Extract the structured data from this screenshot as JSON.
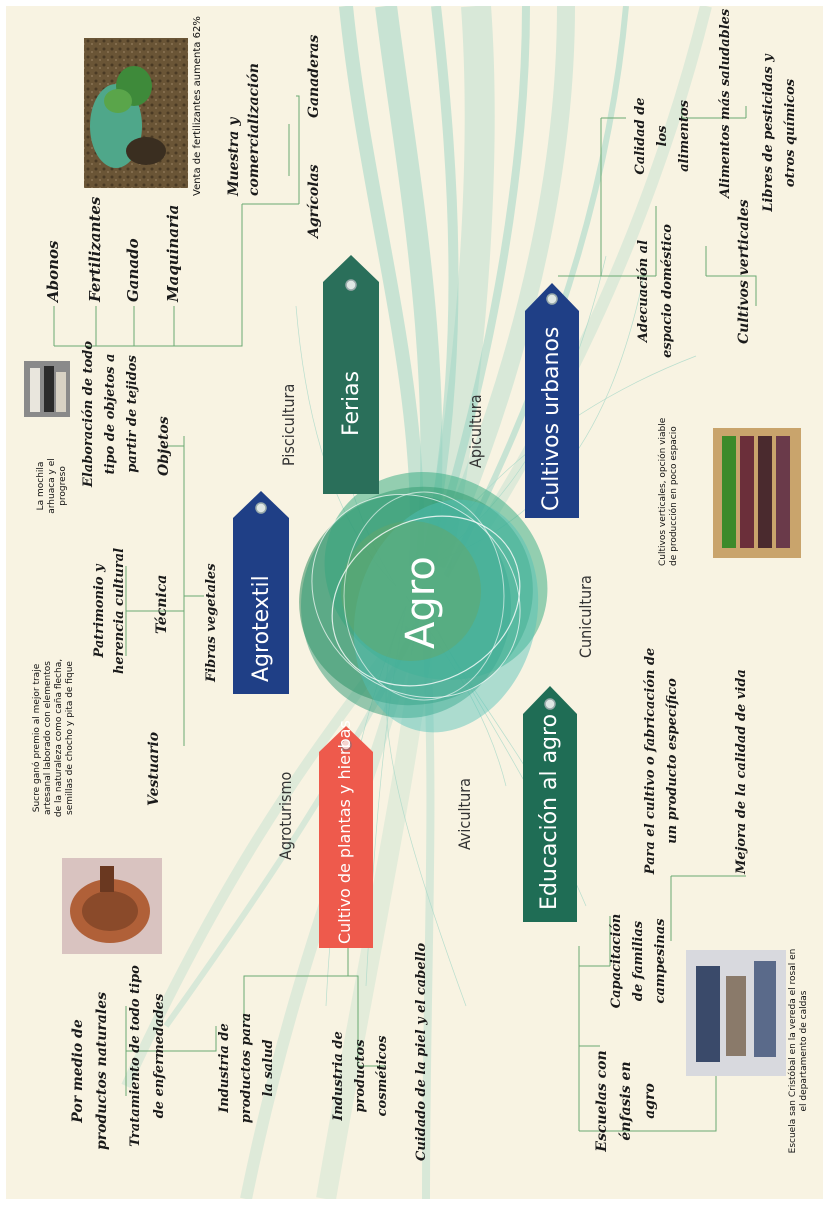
{
  "center": {
    "label": "Agro"
  },
  "branches": {
    "ferias": "Ferias",
    "agrotextil": "Agrotextil",
    "cultivo_plantas": "Cultivo de plantas y hierbas",
    "educacion": "Educación al agro",
    "cultivos_urbanos": "Cultivos urbanos"
  },
  "minor_topics": {
    "piscicultura": "Piscicultura",
    "apicultura": "Apicultura",
    "agroturismo": "Agroturismo",
    "avicultura": "Avicultura",
    "cunicultura": "Cunicultura"
  },
  "ferias_items": {
    "abonos": "Abonos",
    "fertilizantes": "Fertilizantes",
    "ganado": "Ganado",
    "maquinaria": "Maquinaria",
    "muestra": "Muestra y comercialización",
    "agricolas": "Agrícolas",
    "ganaderas": "Ganaderas"
  },
  "agrotextil_items": {
    "fibras": "Fibras vegetales",
    "tecnica": "Técnica",
    "objetos": "Objetos",
    "vestuario": "Vestuario",
    "patrimonio": "Patrimonio y herencia cultural",
    "elaboracion": "Elaboración de todo tipo de objetos a partir de tejidos"
  },
  "cultivo_items": {
    "industria_salud": "Industria de productos para la salud",
    "industria_cosmeticos": "Industria de productos cosméticos",
    "naturales": "Por medio de productos naturales",
    "tratamiento": "Tratamiento de todo tipo de enfermedades",
    "cuidado": "Cuidado de la piel y el cabello"
  },
  "educacion_items": {
    "escuelas": "Escuelas con énfasis en agro",
    "capacitacion": "Capacitación de familias campesinas",
    "para_cultivo": "Para el cultivo o fabricación de un producto específico",
    "mejora": "Mejora de la calidad de vida"
  },
  "urbanos_items": {
    "adecuacion": "Adecuación al espacio doméstico",
    "cultivos_verticales": "Cultivos verticales",
    "calidad": "Calidad de los alimentos",
    "saludables": "Alimentos más saludables",
    "libres": "Libres de pesticidas y otros químicos"
  },
  "captions": {
    "fertilizantes": "Venta de fertilizantes aumenta 62%",
    "mochila": "La mochila arhuaca y el progreso",
    "sucre": "Sucre ganó premio al mejor traje artesanal laborado con elementos de la naturaleza como caña flecha, semillas de chocho y pita de fique",
    "verticales": "Cultivos verticales, opción viable de producción en poco espacio",
    "escuela": "Escuela san Cristóbal en la vereda el rosal en el departamento de caldas"
  },
  "colors": {
    "background": "#f8f3e2",
    "ferias": "#2a6f5a",
    "agrotextil": "#1f3f86",
    "cultivo": "#ee5a4c",
    "educacion": "#1f6d55",
    "urbanos": "#1f3f86",
    "line": "#6aaa72",
    "ribbon": "#8fd0c0"
  }
}
